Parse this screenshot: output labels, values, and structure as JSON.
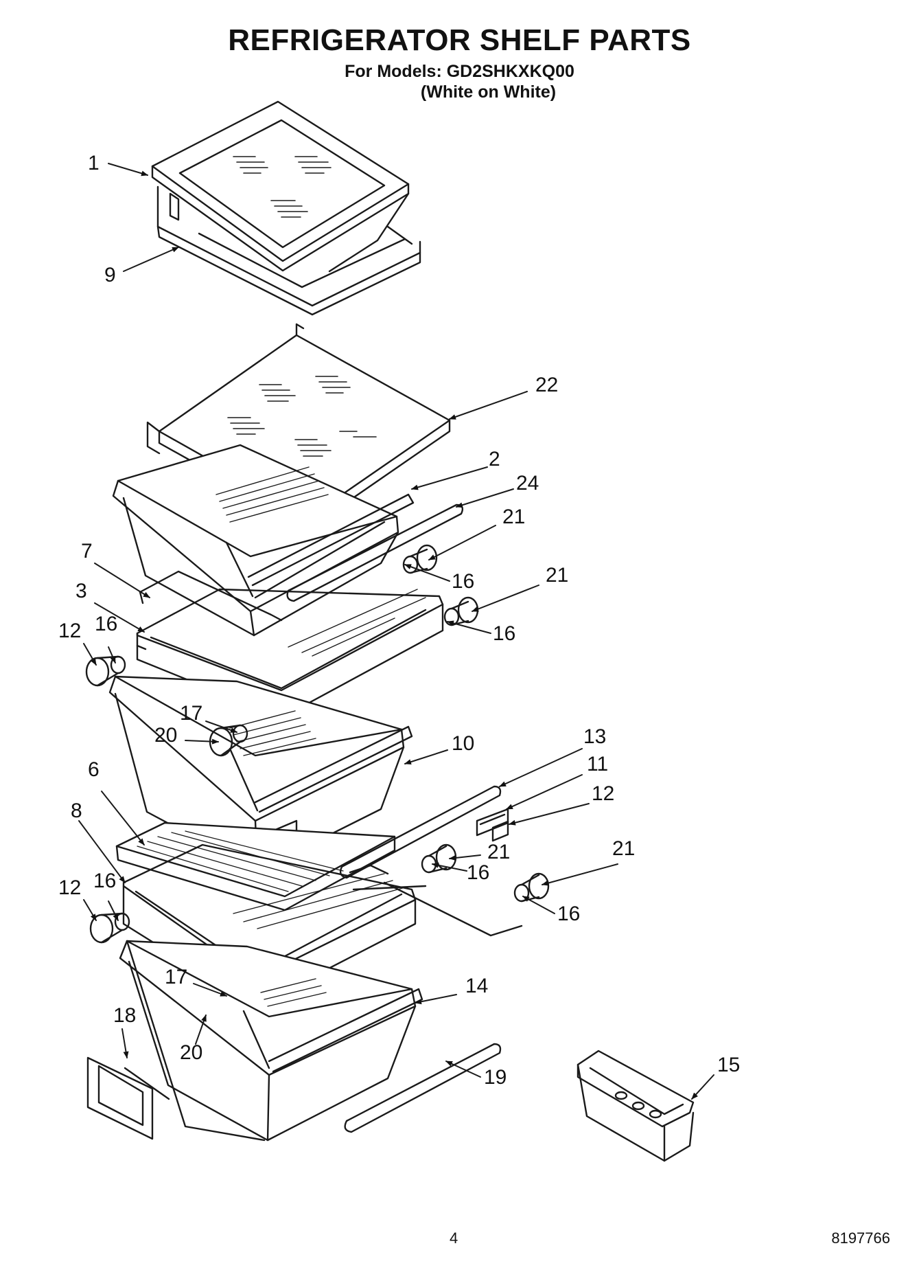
{
  "header": {
    "title": "REFRIGERATOR SHELF PARTS",
    "models_line": "For Models: GD2SHKXKQ00",
    "color_line": "(White on White)"
  },
  "callouts": [
    "1",
    "9",
    "22",
    "2",
    "24",
    "21",
    "7",
    "16",
    "3",
    "21",
    "12",
    "16",
    "16",
    "17",
    "20",
    "10",
    "13",
    "6",
    "11",
    "12",
    "8",
    "21",
    "16",
    "12",
    "16",
    "21",
    "16",
    "17",
    "14",
    "18",
    "20",
    "19",
    "15"
  ],
  "footer": {
    "page_number": "4",
    "document_number": "8197766"
  }
}
